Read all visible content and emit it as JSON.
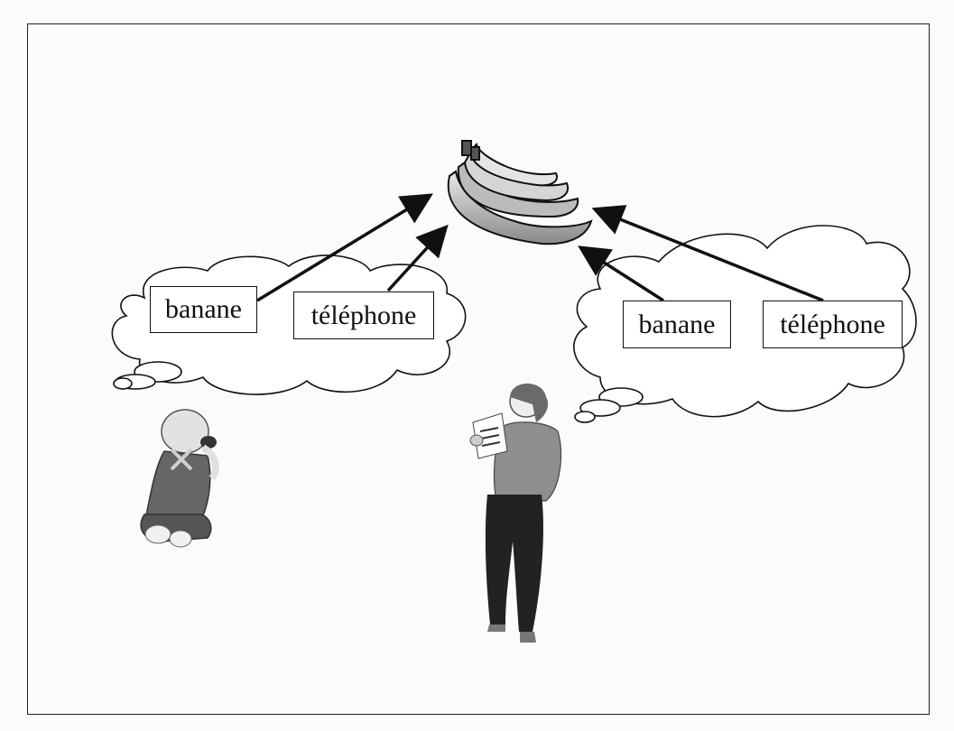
{
  "baby_thought": {
    "word_1": "banane",
    "word_2": "téléphone"
  },
  "adult_thought": {
    "word_1": "banane",
    "word_2": "téléphone"
  },
  "referent": "bananas-icon",
  "figures": [
    "baby-with-phone-figure",
    "woman-reading-figure"
  ]
}
